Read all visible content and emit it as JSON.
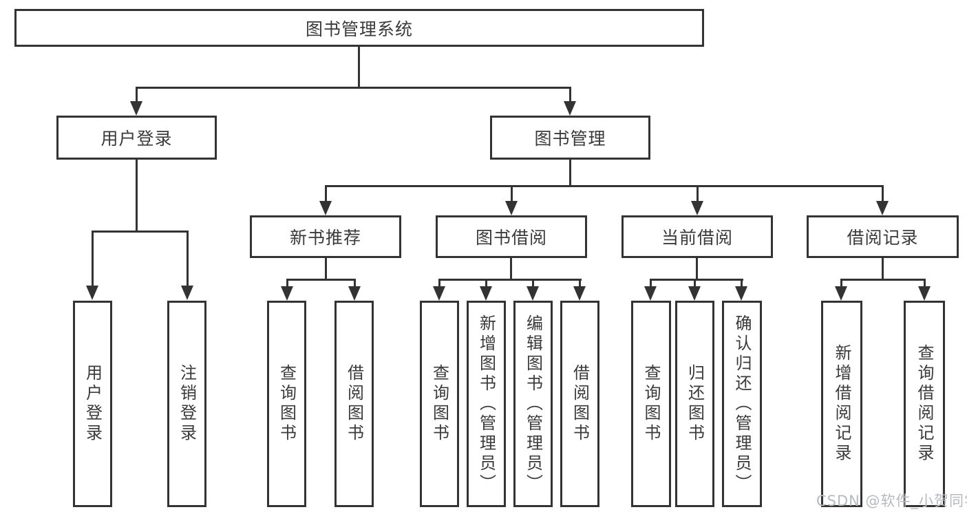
{
  "diagram": {
    "title": "图书管理系统",
    "tree": {
      "root": "图书管理系统",
      "children": [
        {
          "label": "用户登录",
          "children": [
            "用户登录",
            "注销登录"
          ]
        },
        {
          "label": "图书管理",
          "children": [
            {
              "label": "新书推荐",
              "children": [
                "查询图书",
                "借阅图书"
              ]
            },
            {
              "label": "图书借阅",
              "children": [
                "查询图书",
                "新增图书（管理员）",
                "编辑图书（管理员）",
                "借阅图书"
              ]
            },
            {
              "label": "当前借阅",
              "children": [
                "查询图书",
                "归还图书",
                "确认归还（管理员）"
              ]
            },
            {
              "label": "借阅记录",
              "children": [
                "新增借阅记录",
                "查询借阅记录"
              ]
            }
          ]
        }
      ]
    },
    "watermark": "CSDN @软件_小贺同学",
    "colors": {
      "line": "#333333",
      "text": "#3a3a3a",
      "watermark": "#b7babe",
      "background": "#ffffff"
    }
  }
}
